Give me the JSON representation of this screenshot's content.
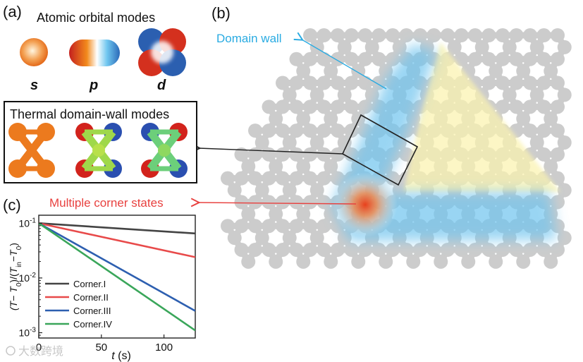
{
  "panel_a": {
    "label": "(a)",
    "title": "Atomic orbital modes",
    "orbitals": [
      "s",
      "p",
      "d"
    ]
  },
  "panel_b": {
    "label": "(b)",
    "domain_wall_label": "Domain wall",
    "corner_label": "Multiple corner states"
  },
  "thermal_box": {
    "title": "Thermal domain-wall modes"
  },
  "panel_c": {
    "label": "(c)"
  },
  "watermark": "大数跨境",
  "colors": {
    "lattice": "#cccccc",
    "domain_wall_blue": "#6ec3ee",
    "yellow_region": "#fbf3b0",
    "corner_red": "#e8401c",
    "domain_label": "#29abe2",
    "corner_label": "#e8413f"
  },
  "chart_data": {
    "type": "line",
    "ylabel": "(T − T0)/(Tin − T0)",
    "xlabel": "t (s)",
    "yscale": "log",
    "xlim": [
      0,
      125
    ],
    "ylim": [
      0.0008,
      0.14
    ],
    "xticks": [
      0,
      50,
      100
    ],
    "yticks": [
      0.1,
      0.01,
      0.001
    ],
    "ytick_labels": [
      "10-1",
      "10-2",
      "10-3"
    ],
    "x": [
      0,
      125
    ],
    "series": [
      {
        "name": "Corner.I",
        "color": "#444444",
        "values": [
          0.1,
          0.065
        ]
      },
      {
        "name": "Corner.II",
        "color": "#e84a4a",
        "values": [
          0.1,
          0.024
        ]
      },
      {
        "name": "Corner.III",
        "color": "#2d5fb0",
        "values": [
          0.1,
          0.0025
        ]
      },
      {
        "name": "Corner.IV",
        "color": "#3aa65a",
        "values": [
          0.1,
          0.0011
        ]
      }
    ],
    "legend": "bottom-left"
  }
}
